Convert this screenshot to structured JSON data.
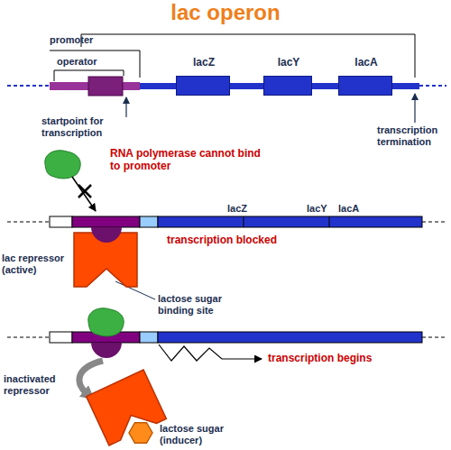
{
  "diagram": {
    "title": "lac operon",
    "nodes": [
      {
        "text": [
          "lacZ"
        ]
      },
      {
        "text": [
          "lacY"
        ]
      },
      {
        "text": [
          "lacA"
        ]
      },
      {
        "text": [
          "lac repressor (active)"
        ]
      },
      {
        "text": [
          "inactivated repressor"
        ]
      },
      {
        "text": [
          "lactose sugar (inducer)"
        ]
      }
    ],
    "labels": [
      "promoter",
      "operator",
      "startpoint for transcription",
      "transcription termination",
      "RNA polymerase cannot bind to promoter",
      "lacZ",
      "lacY",
      "lacA",
      "transcription blocked",
      "lactose sugar binding site",
      "transcription begins"
    ]
  }
}
